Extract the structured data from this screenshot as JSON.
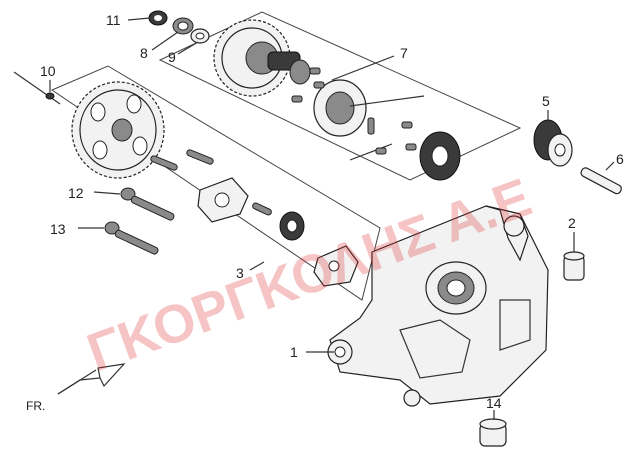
{
  "labels": {
    "p1": "1",
    "p2": "2",
    "p3": "3",
    "p5": "5",
    "p6": "6",
    "p7": "7",
    "p8": "8",
    "p9": "9",
    "p10": "10",
    "p11": "11",
    "p12": "12",
    "p13": "13",
    "p14": "14"
  },
  "direction_label": "FR.",
  "watermark": "ΓΚΟΡΓΚΟΛΗΣ Α.Ε",
  "colors": {
    "watermark": "#e03030",
    "lines": "#222222"
  }
}
